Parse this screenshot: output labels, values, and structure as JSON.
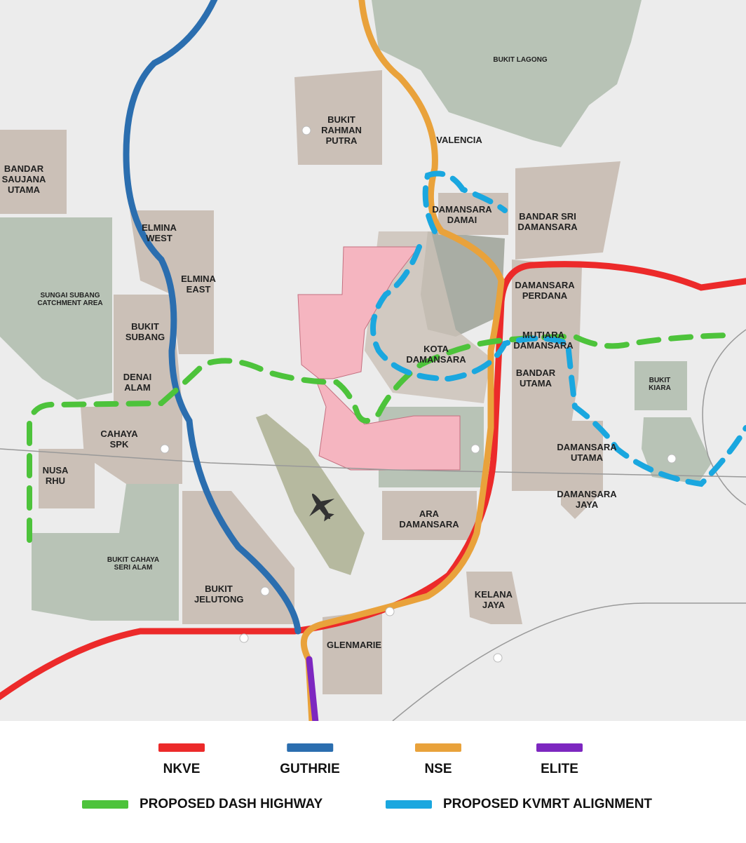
{
  "colors": {
    "nkve": "#ec2a2a",
    "guthrie": "#2b6eaf",
    "nse": "#e9a23b",
    "elite": "#7d27c0",
    "dash": "#4dc33b",
    "kvmrt": "#1aa7df",
    "green_area": "#b8c3b6",
    "residential": "#cbc0b7",
    "site": "#f5b5c0"
  },
  "labels": [
    "BUKIT LAGONG",
    "BUKIT RAHMAN PUTRA",
    "VALENCIA",
    "BANDAR SAUJANA UTAMA",
    "DAMANSARA DAMAI",
    "BANDAR SRI DAMANSARA",
    "ELMINA WEST",
    "SUNGAI SUBANG CATCHMENT AREA",
    "ELMINA EAST",
    "DAMANSARA PERDANA",
    "BUKIT SUBANG",
    "MUTIARA DAMANSARA",
    "KOTA DAMANSARA",
    "DENAI ALAM",
    "BANDAR UTAMA",
    "BUKIT KIARA",
    "CAHAYA SPK",
    "DAMANSARA UTAMA",
    "NUSA RHU",
    "DAMANSARA JAYA",
    "ARA DAMANSARA",
    "BUKIT CAHAYA SERI ALAM",
    "BUKIT JELUTONG",
    "KELANA JAYA",
    "GLENMARIE"
  ],
  "map_icons": [
    "airport-plane-icon",
    "golf-course-icon"
  ],
  "legend": {
    "row1": [
      {
        "label": "NKVE",
        "color": "#ec2a2a"
      },
      {
        "label": "GUTHRIE",
        "color": "#2b6eaf"
      },
      {
        "label": "NSE",
        "color": "#e9a23b"
      },
      {
        "label": "ELITE",
        "color": "#7d27c0"
      }
    ],
    "row2": [
      {
        "label": "PROPOSED DASH HIGHWAY",
        "color": "#4dc33b"
      },
      {
        "label": "PROPOSED KVMRT ALIGNMENT",
        "color": "#1aa7df"
      }
    ]
  }
}
